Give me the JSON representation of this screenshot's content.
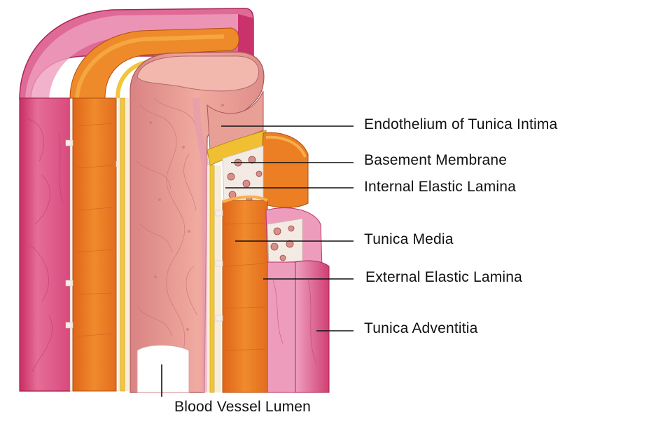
{
  "labels": {
    "endothelium": "Endothelium of Tunica Intima",
    "basement_membrane": "Basement Membrane",
    "internal_elastic_lamina": "Internal Elastic Lamina",
    "tunica_media": "Tunica Media",
    "external_elastic_lamina": "External Elastic Lamina",
    "tunica_adventitia": "Tunica Adventitia",
    "lumen": "Blood Vessel Lumen"
  },
  "colors": {
    "adventitia": "#d9477a",
    "adventitia_light": "#ec8fb2",
    "media": "#e9771e",
    "media_light": "#f7a64a",
    "elastic": "#f3c53a",
    "intima": "#ea9f9a",
    "intima_dark": "#d67e83",
    "connective": "#f1e9e2"
  }
}
